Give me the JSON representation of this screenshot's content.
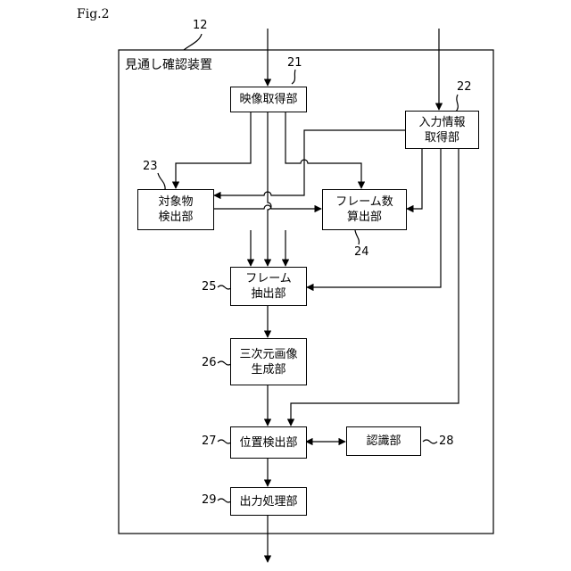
{
  "figure_label": "Fig.2",
  "device": {
    "title": "見通し確認装置",
    "ref": "12"
  },
  "blocks": {
    "b21": {
      "lines": [
        "映像取得部"
      ],
      "ref": "21"
    },
    "b22": {
      "lines": [
        "入力情報",
        "取得部"
      ],
      "ref": "22"
    },
    "b23": {
      "lines": [
        "対象物",
        "検出部"
      ],
      "ref": "23"
    },
    "b24": {
      "lines": [
        "フレーム数",
        "算出部"
      ],
      "ref": "24"
    },
    "b25": {
      "lines": [
        "フレーム",
        "抽出部"
      ],
      "ref": "25"
    },
    "b26": {
      "lines": [
        "三次元画像",
        "生成部"
      ],
      "ref": "26"
    },
    "b27": {
      "lines": [
        "位置検出部"
      ],
      "ref": "27"
    },
    "b28": {
      "lines": [
        "認識部"
      ],
      "ref": "28"
    },
    "b29": {
      "lines": [
        "出力処理部"
      ],
      "ref": "29"
    }
  }
}
